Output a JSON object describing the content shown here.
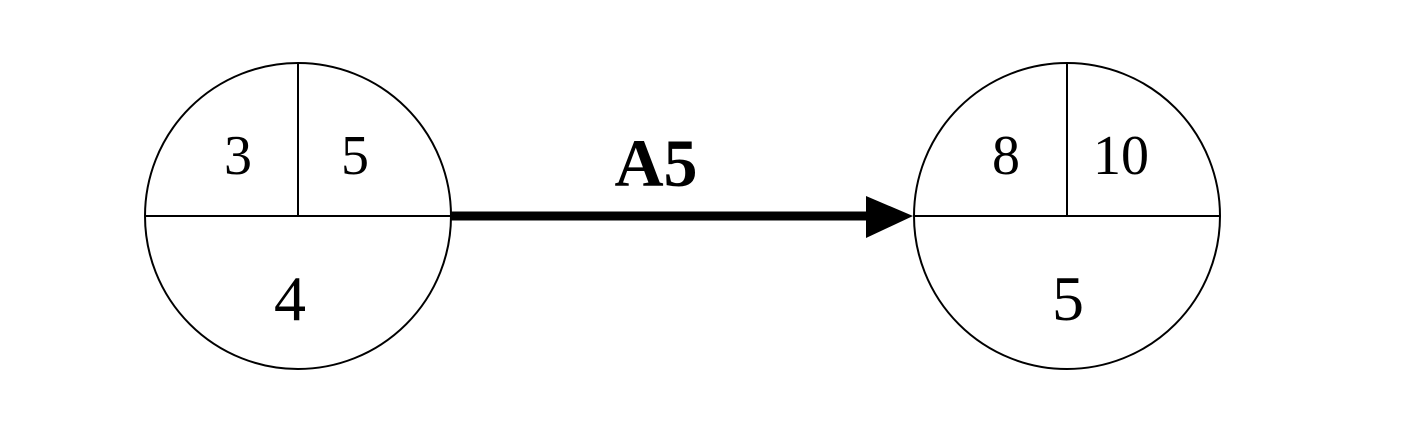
{
  "nodes": [
    {
      "earliest_start": "3",
      "latest_start": "5",
      "event_number": "4"
    },
    {
      "earliest_start": "8",
      "latest_start": "10",
      "event_number": "5"
    }
  ],
  "activity": {
    "label": "A5"
  },
  "colors": {
    "stroke": "#000000",
    "background": "#ffffff"
  }
}
